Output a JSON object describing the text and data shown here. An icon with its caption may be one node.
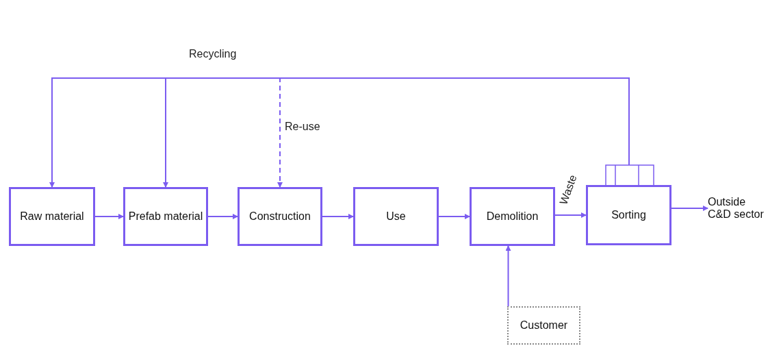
{
  "diagram": {
    "nodes": [
      {
        "text": [
          "Raw material"
        ]
      },
      {
        "text": [
          "Prefab material"
        ]
      },
      {
        "text": [
          "Construction"
        ]
      },
      {
        "text": [
          "Use"
        ]
      },
      {
        "text": [
          "Demolition"
        ]
      },
      {
        "text": [
          "Sorting"
        ]
      },
      {
        "text": [
          "Outside C&D sector"
        ]
      },
      {
        "text": [
          "Customer"
        ]
      }
    ],
    "edges": [
      {
        "from": 0,
        "to": 1,
        "arrow": "to"
      },
      {
        "from": 1,
        "to": 2,
        "arrow": "to"
      },
      {
        "from": 2,
        "to": 3,
        "arrow": "to"
      },
      {
        "from": 3,
        "to": 4,
        "arrow": "to"
      },
      {
        "from": 4,
        "to": 5,
        "arrow": "to",
        "label": "Waste"
      },
      {
        "from": 5,
        "to": 6,
        "arrow": "to"
      },
      {
        "from": 7,
        "to": 4,
        "arrow": "to"
      },
      {
        "from": 5,
        "to": 2,
        "arrow": "to",
        "style": "dashed",
        "label": "Re-use"
      },
      {
        "from": 5,
        "to": 0,
        "arrow": "to"
      },
      {
        "from": 5,
        "to": 1,
        "arrow": "to"
      }
    ],
    "labels": [
      "Recycling"
    ]
  }
}
